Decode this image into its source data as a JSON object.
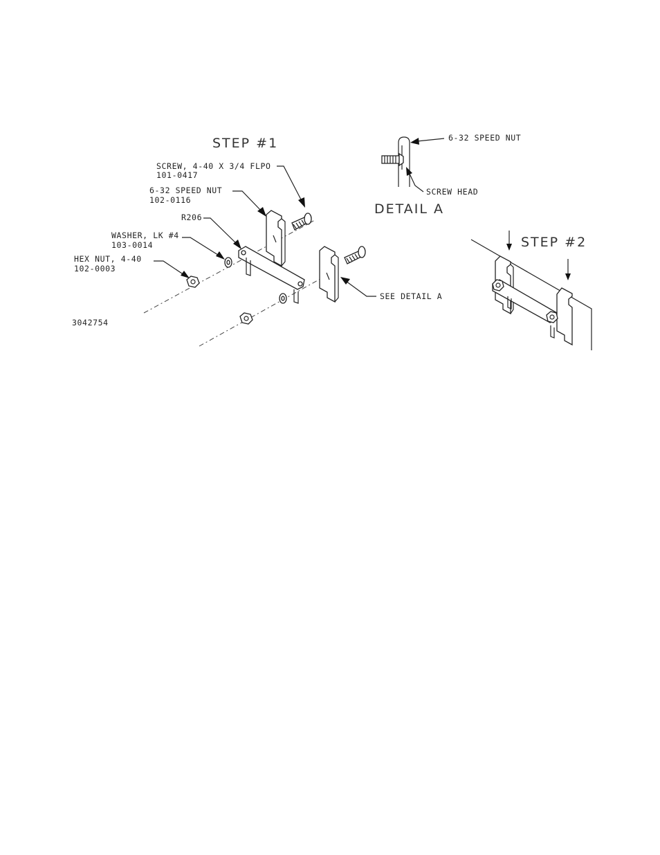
{
  "step1": {
    "title": "STEP  #1",
    "screw_label": "SCREW, 4-40 X 3/4 FLPO",
    "screw_part": "101-0417",
    "speed_nut_label": "6-32 SPEED NUT",
    "speed_nut_part": "102-0116",
    "resistor_label": "R206",
    "washer_label": "WASHER, LK #4",
    "washer_part": "103-0014",
    "hex_nut_label": "HEX NUT, 4-40",
    "hex_nut_part": "102-0003",
    "see_detail": "SEE DETAIL  A",
    "drawing_number": "3042754"
  },
  "detail_a": {
    "title": "DETAIL  A",
    "speed_nut_label": "6-32 SPEED NUT",
    "screw_head_label": "SCREW HEAD"
  },
  "step2": {
    "title": "STEP  #2"
  }
}
